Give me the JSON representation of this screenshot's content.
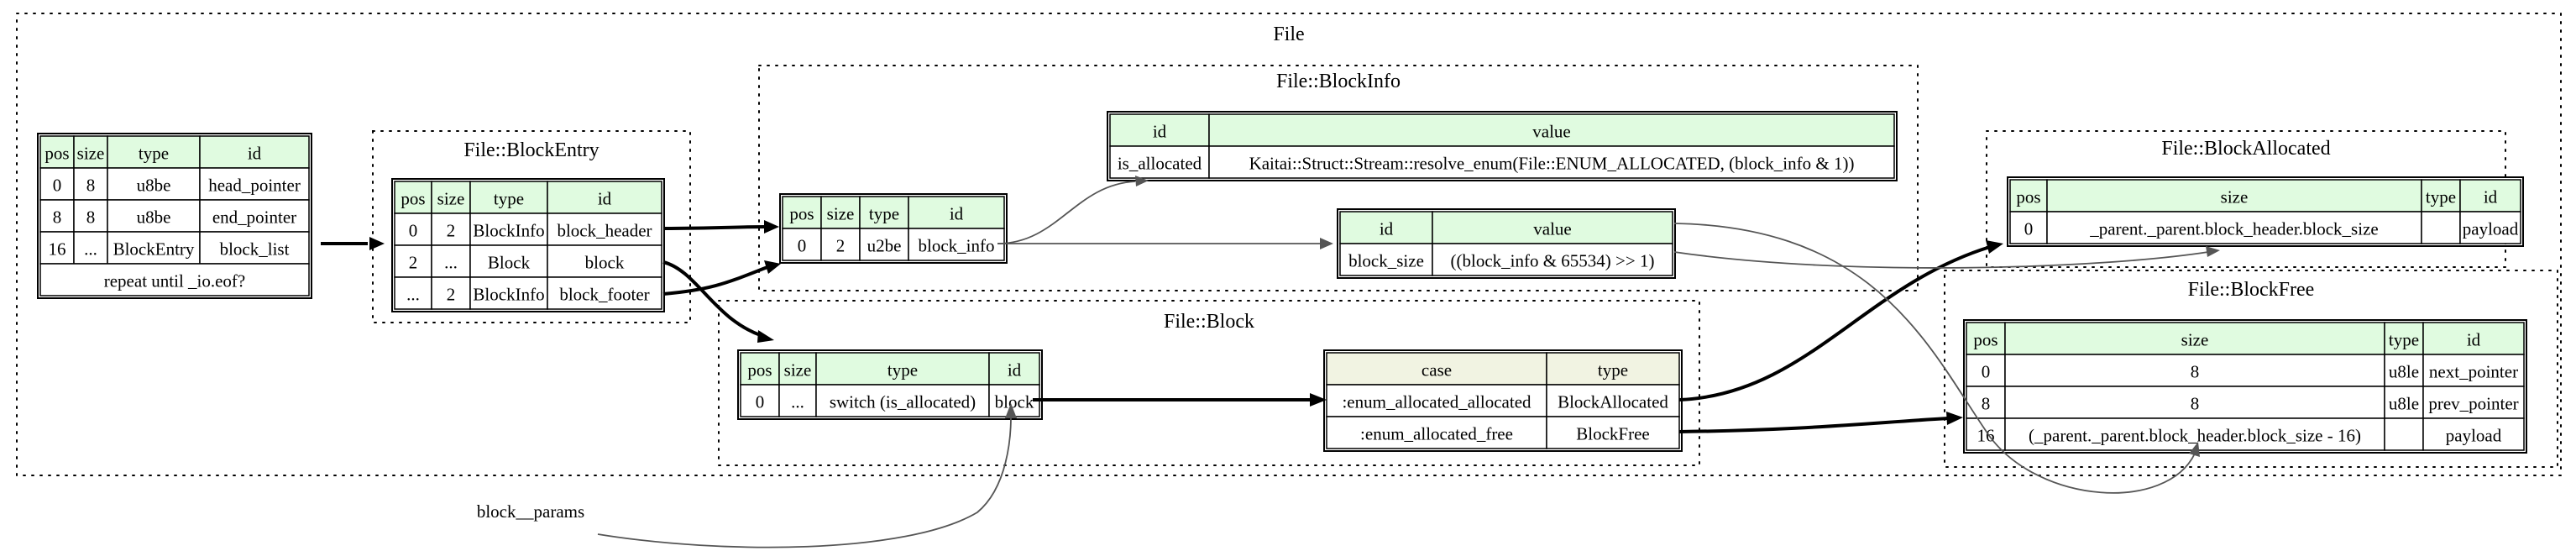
{
  "clusters": {
    "file": "File",
    "block_entry": "File::BlockEntry",
    "block_info": "File::BlockInfo",
    "block": "File::Block",
    "block_allocated": "File::BlockAllocated",
    "block_free": "File::BlockFree"
  },
  "file_seq": {
    "headers": [
      "pos",
      "size",
      "type",
      "id"
    ],
    "rows": [
      [
        "0",
        "8",
        "u8be",
        "head_pointer"
      ],
      [
        "8",
        "8",
        "u8be",
        "end_pointer"
      ],
      [
        "16",
        "...",
        "BlockEntry",
        "block_list"
      ]
    ],
    "footer": "repeat until _io.eof?"
  },
  "block_entry_seq": {
    "headers": [
      "pos",
      "size",
      "type",
      "id"
    ],
    "rows": [
      [
        "0",
        "2",
        "BlockInfo",
        "block_header"
      ],
      [
        "2",
        "...",
        "Block",
        "block"
      ],
      [
        "...",
        "2",
        "BlockInfo",
        "block_footer"
      ]
    ]
  },
  "block_info_seq": {
    "headers": [
      "pos",
      "size",
      "type",
      "id"
    ],
    "rows": [
      [
        "0",
        "2",
        "u2be",
        "block_info"
      ]
    ]
  },
  "block_info_inst_alloc": {
    "headers": [
      "id",
      "value"
    ],
    "rows": [
      [
        "is_allocated",
        "Kaitai::Struct::Stream::resolve_enum(File::ENUM_ALLOCATED, (block_info & 1))"
      ]
    ]
  },
  "block_info_inst_size": {
    "headers": [
      "id",
      "value"
    ],
    "rows": [
      [
        "block_size",
        "((block_info & 65534) >> 1)"
      ]
    ]
  },
  "block_seq": {
    "headers": [
      "pos",
      "size",
      "type",
      "id"
    ],
    "rows": [
      [
        "0",
        "...",
        "switch (is_allocated)",
        "block"
      ]
    ]
  },
  "block_switch": {
    "headers": [
      "case",
      "type"
    ],
    "rows": [
      [
        ":enum_allocated_allocated",
        "BlockAllocated"
      ],
      [
        ":enum_allocated_free",
        "BlockFree"
      ]
    ]
  },
  "block_allocated_seq": {
    "headers": [
      "pos",
      "size",
      "type",
      "id"
    ],
    "rows": [
      [
        "0",
        "_parent._parent.block_header.block_size",
        "",
        "payload"
      ]
    ]
  },
  "block_free_seq": {
    "headers": [
      "pos",
      "size",
      "type",
      "id"
    ],
    "rows": [
      [
        "0",
        "8",
        "u8le",
        "next_pointer"
      ],
      [
        "8",
        "8",
        "u8le",
        "prev_pointer"
      ],
      [
        "16",
        "(_parent._parent.block_header.block_size - 16)",
        "",
        "payload"
      ]
    ]
  },
  "param_label": "block__params"
}
